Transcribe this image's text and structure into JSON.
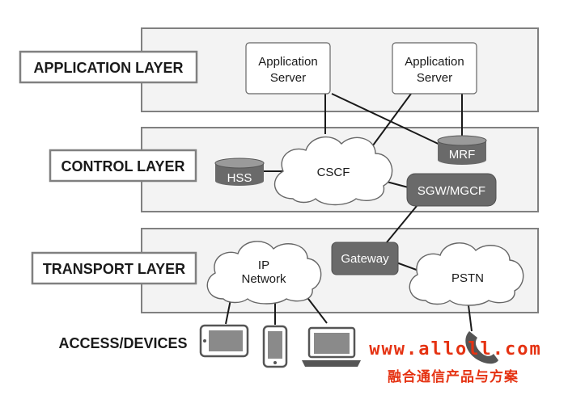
{
  "layers": {
    "application": "APPLICATION LAYER",
    "control": "CONTROL LAYER",
    "transport": "TRANSPORT LAYER",
    "access": "ACCESS/DEVICES"
  },
  "nodes": {
    "app_server_1": [
      "Application",
      "Server"
    ],
    "app_server_2": [
      "Application",
      "Server"
    ],
    "cscf": "CSCF",
    "hss": "HSS",
    "mrf": "MRF",
    "sgw_mgcf": "SGW/MGCF",
    "gateway": "Gateway",
    "ip_network": [
      "IP",
      "Network"
    ],
    "pstn": "PSTN"
  },
  "devices": {
    "icons": [
      "tablet-icon",
      "smartphone-icon",
      "laptop-icon",
      "telephone-handset-icon"
    ]
  },
  "watermark": {
    "url": "www.alloll.com",
    "caption": "融合通信产品与方案"
  },
  "colors": {
    "layer_fill": "#f3f3f3",
    "layer_border": "#808080",
    "node_dark": "#6a6a6a",
    "watermark": "#e53212"
  }
}
